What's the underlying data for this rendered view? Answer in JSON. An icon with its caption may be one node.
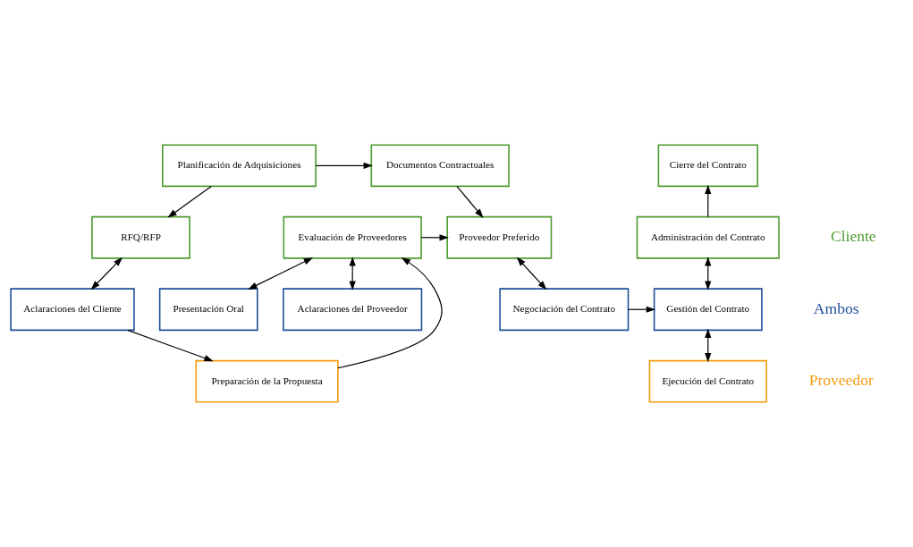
{
  "diagram": {
    "nodes": [
      {
        "text": [
          "Planificación de Adquisiciones"
        ]
      },
      {
        "text": [
          "Documentos Contractuales"
        ]
      },
      {
        "text": [
          "Cierre del Contrato"
        ]
      },
      {
        "text": [
          "RFQ/RFP"
        ]
      },
      {
        "text": [
          "Evaluación de Proveedores"
        ]
      },
      {
        "text": [
          "Proveedor Preferido"
        ]
      },
      {
        "text": [
          "Administración del Contrato"
        ]
      },
      {
        "text": [
          "Aclaraciones del Cliente"
        ]
      },
      {
        "text": [
          "Presentación Oral"
        ]
      },
      {
        "text": [
          "Aclaraciones del Proveedor"
        ]
      },
      {
        "text": [
          "Negociación del Contrato"
        ]
      },
      {
        "text": [
          "Gestión del Contrato"
        ]
      },
      {
        "text": [
          "Preparación de la Propuesta"
        ]
      },
      {
        "text": [
          "Ejecución del Contrato"
        ]
      }
    ],
    "edges": [
      {
        "from": 0,
        "to": 1,
        "arrow": "to"
      },
      {
        "from": 0,
        "to": 3,
        "arrow": "to"
      },
      {
        "from": 1,
        "to": 5,
        "arrow": "to"
      },
      {
        "from": 3,
        "to": 7,
        "arrow": "both"
      },
      {
        "from": 7,
        "to": 12,
        "arrow": "to"
      },
      {
        "from": 12,
        "to": 4,
        "arrow": "to"
      },
      {
        "from": 4,
        "to": 5,
        "arrow": "to"
      },
      {
        "from": 4,
        "to": 8,
        "arrow": "both"
      },
      {
        "from": 4,
        "to": 9,
        "arrow": "both"
      },
      {
        "from": 5,
        "to": 10,
        "arrow": "both"
      },
      {
        "from": 10,
        "to": 11,
        "arrow": "to"
      },
      {
        "from": 11,
        "to": 6,
        "arrow": "both"
      },
      {
        "from": 6,
        "to": 2,
        "arrow": "to"
      },
      {
        "from": 11,
        "to": 13,
        "arrow": "both"
      }
    ],
    "labels": [
      "Cliente",
      "Ambos",
      "Proveedor"
    ]
  }
}
